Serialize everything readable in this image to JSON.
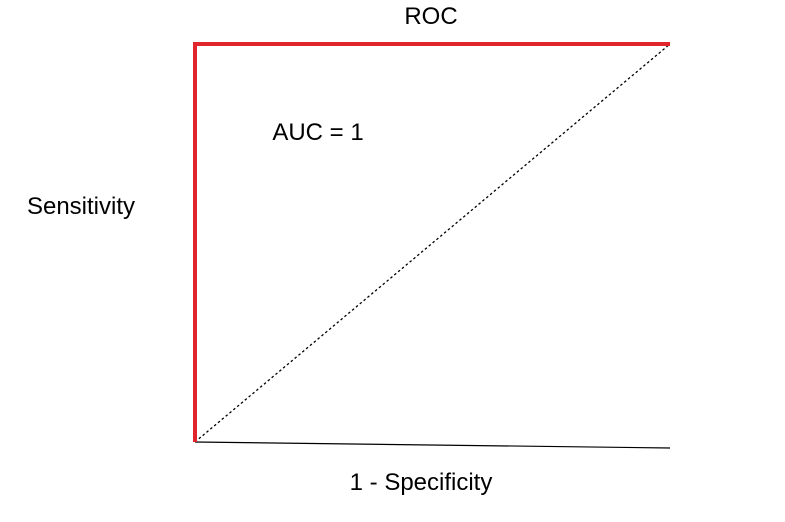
{
  "chart_data": {
    "type": "line",
    "title": "ROC",
    "xlabel": "1 - Specificity",
    "ylabel": "Sensitivity",
    "xlim": [
      0,
      1
    ],
    "ylim": [
      0,
      1
    ],
    "grid": false,
    "annotations": [
      "AUC = 1"
    ],
    "series": [
      {
        "x": [
          0,
          0,
          1
        ],
        "y": [
          0,
          1,
          1
        ],
        "color": "#e0262b",
        "style": "solid"
      },
      {
        "x": [
          0,
          1
        ],
        "y": [
          0,
          1
        ],
        "color": "#000000",
        "style": "dotted"
      }
    ]
  }
}
